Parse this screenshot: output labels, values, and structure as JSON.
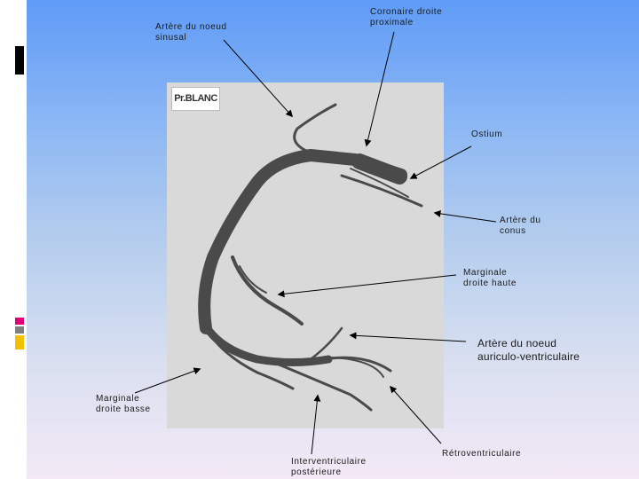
{
  "signature": "Pr.BLANC",
  "labels": {
    "sinusal": "Artère du noeud\nsinusal",
    "proximale": "Coronaire droite\nproximale",
    "ostium": "Ostium",
    "conus": "Artère du\nconus",
    "marg_haute": "Marginale\ndroite haute",
    "av": "Artère du noeud\nauriculo-ventriculaire",
    "marg_basse": "Marginale\ndroite basse",
    "iv": "Interventriculaire\npostérieure",
    "retro": "Rétroventriculaire"
  }
}
